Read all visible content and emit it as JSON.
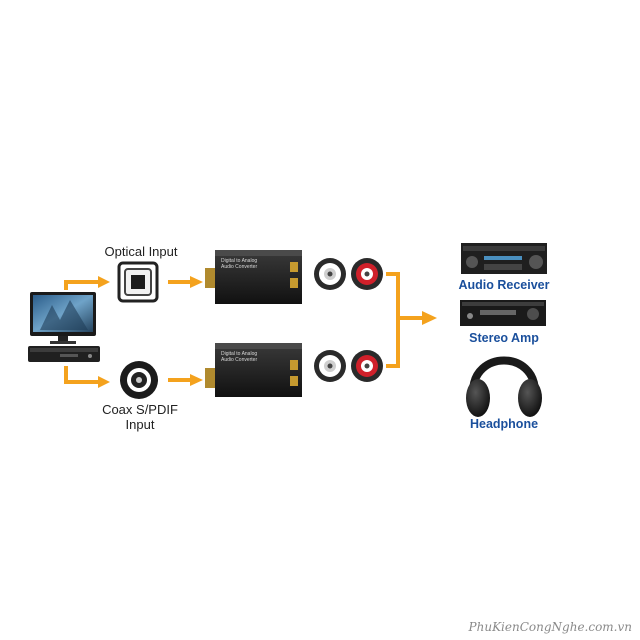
{
  "inputs": {
    "optical": "Optical Input",
    "coax_line1": "Coax S/PDIF",
    "coax_line2": "Input"
  },
  "converter": {
    "line1": "Digital to Analog",
    "line2": "Audio Converter"
  },
  "outputs": {
    "receiver": "Audio Receiver",
    "amp": "Stereo Amp",
    "headphone": "Headphone"
  },
  "watermark": "PhuKienCongNghe.com.vn",
  "colors": {
    "arrow": "#f4a21d",
    "label_blue": "#1a4f9c",
    "rca_red": "#d0202a",
    "device_dark": "#1c1c1c"
  }
}
